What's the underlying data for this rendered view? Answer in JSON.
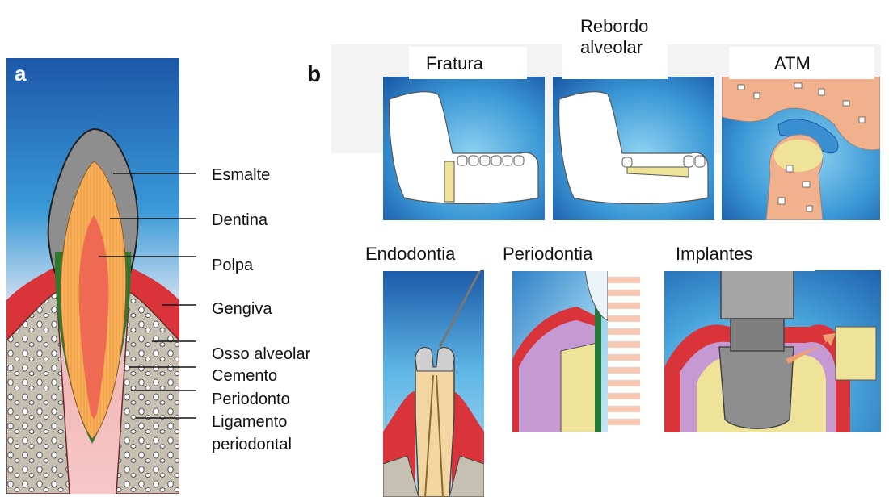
{
  "panel_a": {
    "letter": "a",
    "labels": [
      "Esmalte",
      "Dentina",
      "Polpa",
      "Gengiva",
      "Osso alveolar",
      "Cemento",
      "Periodonto",
      "Ligamento",
      "periodontal"
    ]
  },
  "panel_b": {
    "letter": "b",
    "titles": {
      "fratura": "Fratura",
      "rebordo_1": "Rebordo",
      "rebordo_2": "alveolar",
      "atm": "ATM",
      "endodontia": "Endodontia",
      "periodontia": "Periodontia",
      "implantes": "Implantes"
    }
  },
  "colors": {
    "blue_top": "#1f5fae",
    "blue_mid": "#3b9ad6",
    "gum": "#d8353b",
    "dentin": "#f5a445",
    "pulp": "#ef6a52",
    "enamel": "#8f8f8f",
    "bone": "#c9c3b6",
    "graft": "#efe39a"
  }
}
